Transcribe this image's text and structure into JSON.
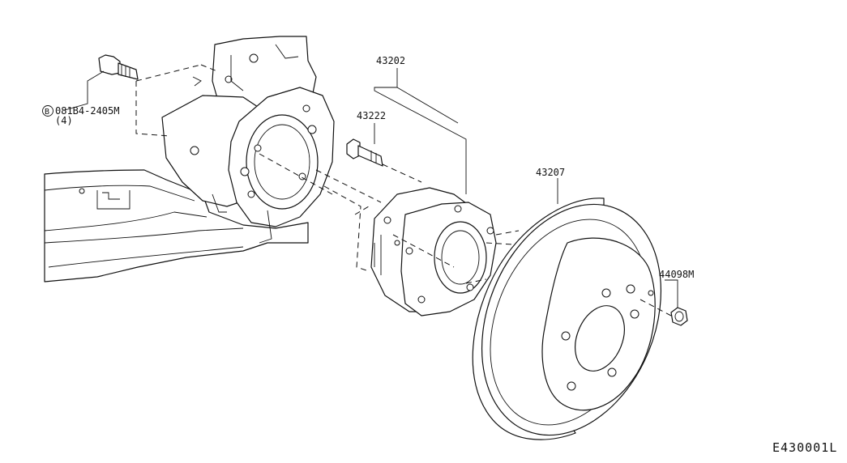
{
  "callouts": {
    "hub_assembly": "43202",
    "wheel_bolt": "43222",
    "rotor": "43207",
    "nut": "44098M",
    "knuckle_bolt_prefix": "B",
    "knuckle_bolt": "081B4-2405M",
    "knuckle_bolt_qty": "(4)"
  },
  "diagram_code": "E430001L"
}
